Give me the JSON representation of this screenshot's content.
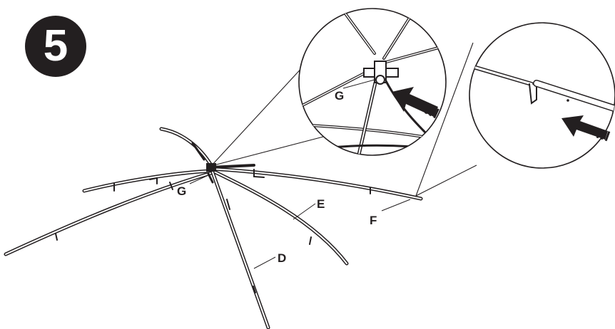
{
  "step": {
    "number": "5"
  },
  "labels": {
    "g_main": "G",
    "g_detail": "G",
    "e": "E",
    "f": "F",
    "d": "D"
  },
  "colors": {
    "ink": "#231f20",
    "background": "#ffffff"
  },
  "icons": [
    "push-arrow-icon",
    "push-arrow-icon"
  ]
}
